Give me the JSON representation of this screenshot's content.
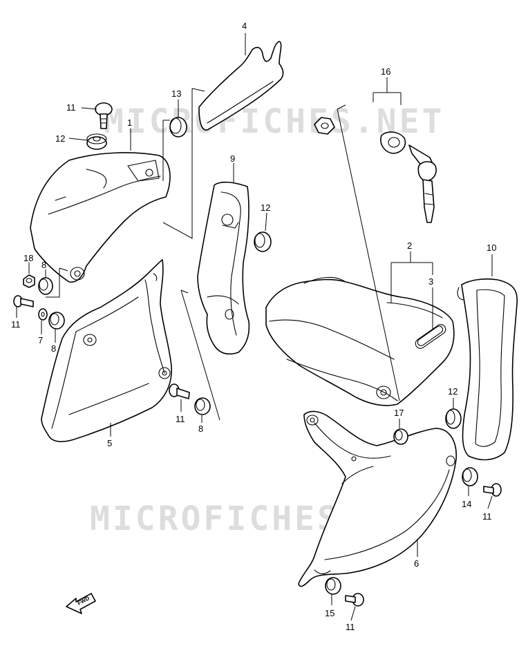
{
  "diagram": {
    "watermark_top": "MICROFICHES.NET",
    "watermark_bottom": "MICROFICHES.NET",
    "fwd_label": "FWD",
    "callouts": {
      "c1": "1",
      "c2": "2",
      "c3": "3",
      "c4": "4",
      "c5": "5",
      "c6": "6",
      "c7": "7",
      "c8a": "8",
      "c8b": "8",
      "c8c": "8",
      "c9": "9",
      "c10": "10",
      "c11a": "11",
      "c11b": "11",
      "c11c": "11",
      "c11d": "11",
      "c11e": "11",
      "c12a": "12",
      "c12b": "12",
      "c12c": "12",
      "c13": "13",
      "c14": "14",
      "c15": "15",
      "c16": "16",
      "c17": "17",
      "c18": "18"
    }
  }
}
